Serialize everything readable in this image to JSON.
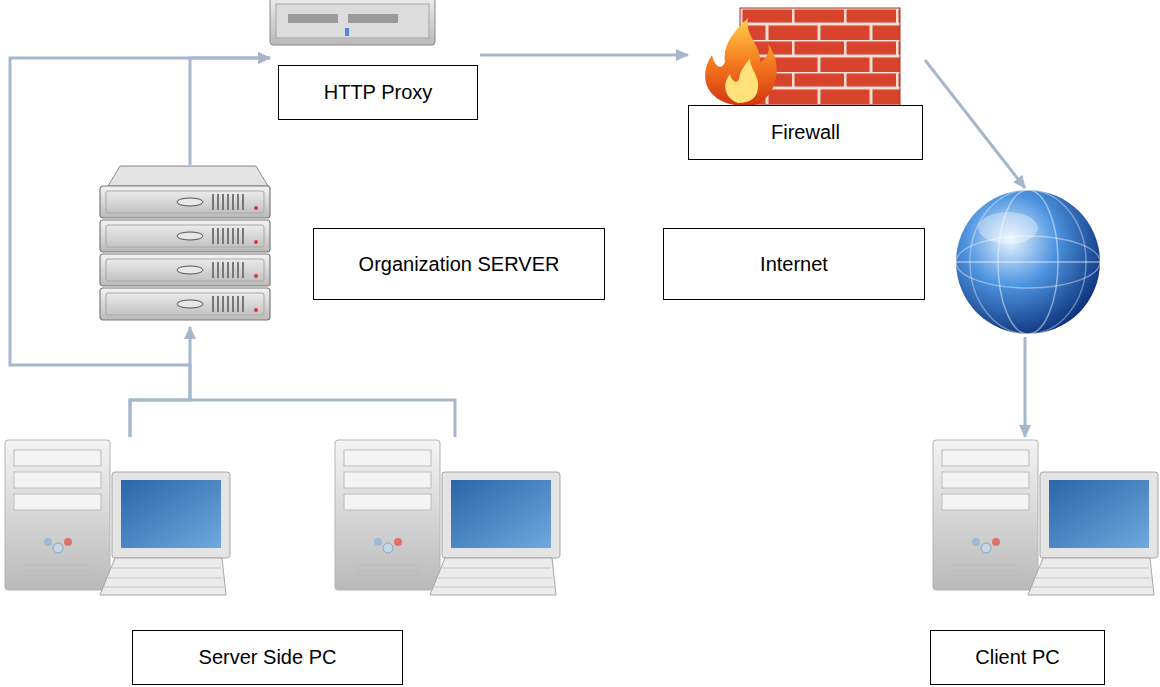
{
  "diagram": {
    "nodes": [
      {
        "text": [
          "HTTP Proxy"
        ]
      },
      {
        "text": [
          "Firewall"
        ]
      },
      {
        "text": [
          "Organization SERVER"
        ]
      },
      {
        "text": [
          "Internet"
        ]
      },
      {
        "text": [
          "Server Side PC"
        ]
      },
      {
        "text": [
          "Client PC"
        ]
      }
    ],
    "edges": [
      {
        "from": 4,
        "to": 2,
        "arrow": "to"
      },
      {
        "from": 4,
        "to": 0,
        "arrow": "to"
      },
      {
        "from": 2,
        "to": 0,
        "arrow": "to"
      },
      {
        "from": 0,
        "to": 1,
        "arrow": "to"
      },
      {
        "from": 1,
        "to": 3,
        "arrow": "to"
      },
      {
        "from": 3,
        "to": 5,
        "arrow": "to"
      }
    ]
  }
}
